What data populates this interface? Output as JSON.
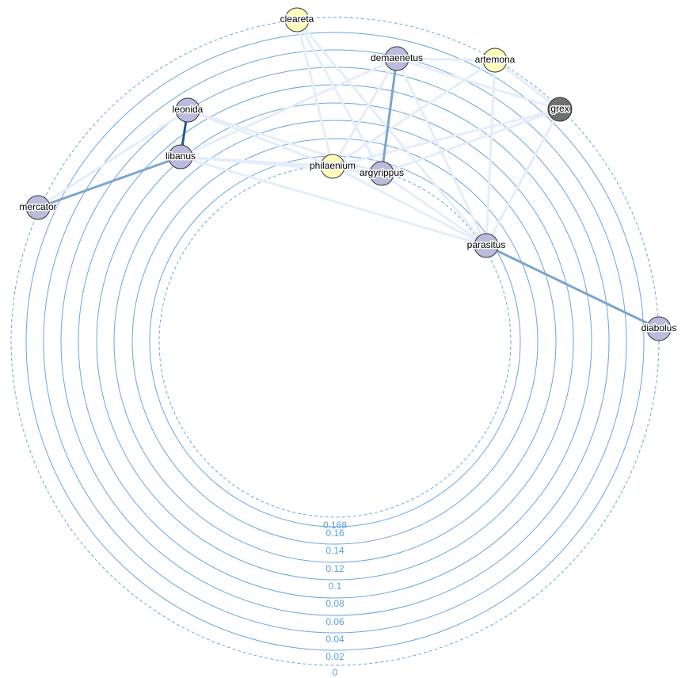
{
  "rings": [
    {
      "label": "0.168",
      "dashed": true
    },
    {
      "label": "0.16",
      "dashed": false
    },
    {
      "label": "0.14",
      "dashed": false
    },
    {
      "label": "0.12",
      "dashed": false
    },
    {
      "label": "0.1",
      "dashed": false
    },
    {
      "label": "0.08",
      "dashed": false
    },
    {
      "label": "0.06",
      "dashed": false
    },
    {
      "label": "0.04",
      "dashed": false
    },
    {
      "label": "0.02",
      "dashed": false
    },
    {
      "label": "0",
      "dashed": true
    }
  ],
  "colors": {
    "ring": "#6aa6e2",
    "edge_strong": "#1f5a8e",
    "edge_medium": "#7aa5cc",
    "edge_weak": "#e4edf9"
  },
  "nodes": [
    {
      "id": "cleareta",
      "label": "cleareta",
      "color": "#ffffbb"
    },
    {
      "id": "demaenetus",
      "label": "demaenetus",
      "color": "#bcbbdd"
    },
    {
      "id": "artemona",
      "label": "artemona",
      "color": "#ffffbb"
    },
    {
      "id": "grex",
      "label": "grex",
      "color": "#707070"
    },
    {
      "id": "leonida",
      "label": "leonida",
      "color": "#bcbbdd"
    },
    {
      "id": "libanus",
      "label": "libanus",
      "color": "#bcbbdd"
    },
    {
      "id": "philaenium",
      "label": "philaenium",
      "color": "#ffffbb"
    },
    {
      "id": "argyrippus",
      "label": "argyrippus",
      "color": "#bcbbdd"
    },
    {
      "id": "mercator",
      "label": "mercator",
      "color": "#bcbbdd"
    },
    {
      "id": "parasitus",
      "label": "parasitus",
      "color": "#bcbbdd"
    },
    {
      "id": "diabolus",
      "label": "diabolus",
      "color": "#bcbbdd"
    }
  ],
  "edges": [
    {
      "source": "leonida",
      "target": "libanus",
      "strength": "strong"
    },
    {
      "source": "libanus",
      "target": "mercator",
      "strength": "medium"
    },
    {
      "source": "demaenetus",
      "target": "argyrippus",
      "strength": "medium"
    },
    {
      "source": "parasitus",
      "target": "diabolus",
      "strength": "medium"
    },
    {
      "source": "cleareta",
      "target": "argyrippus",
      "strength": "weak"
    },
    {
      "source": "cleareta",
      "target": "philaenium",
      "strength": "weak"
    },
    {
      "source": "cleareta",
      "target": "parasitus",
      "strength": "weak"
    },
    {
      "source": "demaenetus",
      "target": "grex",
      "strength": "weak"
    },
    {
      "source": "demaenetus",
      "target": "libanus",
      "strength": "weak"
    },
    {
      "source": "demaenetus",
      "target": "philaenium",
      "strength": "weak"
    },
    {
      "source": "demaenetus",
      "target": "parasitus",
      "strength": "weak"
    },
    {
      "source": "demaenetus",
      "target": "artemona",
      "strength": "weak"
    },
    {
      "source": "artemona",
      "target": "philaenium",
      "strength": "weak"
    },
    {
      "source": "artemona",
      "target": "parasitus",
      "strength": "weak"
    },
    {
      "source": "artemona",
      "target": "grex",
      "strength": "weak"
    },
    {
      "source": "grex",
      "target": "argyrippus",
      "strength": "weak"
    },
    {
      "source": "grex",
      "target": "philaenium",
      "strength": "weak"
    },
    {
      "source": "grex",
      "target": "parasitus",
      "strength": "weak"
    },
    {
      "source": "leonida",
      "target": "philaenium",
      "strength": "weak"
    },
    {
      "source": "leonida",
      "target": "argyrippus",
      "strength": "weak"
    },
    {
      "source": "leonida",
      "target": "mercator",
      "strength": "weak"
    },
    {
      "source": "libanus",
      "target": "philaenium",
      "strength": "weak"
    },
    {
      "source": "libanus",
      "target": "argyrippus",
      "strength": "weak"
    },
    {
      "source": "libanus",
      "target": "parasitus",
      "strength": "weak"
    },
    {
      "source": "philaenium",
      "target": "argyrippus",
      "strength": "weak"
    },
    {
      "source": "philaenium",
      "target": "parasitus",
      "strength": "weak"
    },
    {
      "source": "argyrippus",
      "target": "parasitus",
      "strength": "weak"
    }
  ]
}
